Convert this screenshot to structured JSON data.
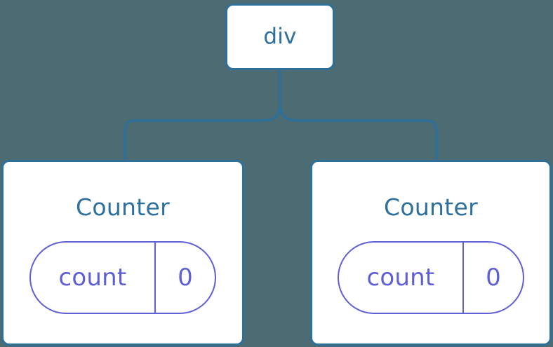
{
  "diagram": {
    "type": "component-tree",
    "background_color": "#4d6b73",
    "node_border_color": "#2d7099",
    "node_fill_color": "#ffffff",
    "title_text_color": "#2d6f9e",
    "state_accent_color": "#5f5fd6",
    "connector_color": "#2d7099",
    "root": {
      "label": "div"
    },
    "children": [
      {
        "label": "Counter",
        "state": {
          "key": "count",
          "value": "0"
        }
      },
      {
        "label": "Counter",
        "state": {
          "key": "count",
          "value": "0"
        }
      }
    ]
  }
}
